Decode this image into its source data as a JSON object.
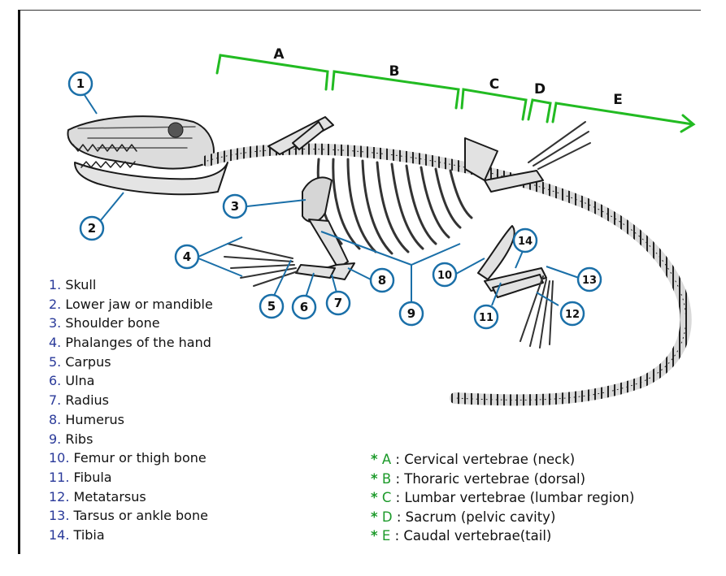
{
  "segments": [
    {
      "letter": "A"
    },
    {
      "letter": "B"
    },
    {
      "letter": "C"
    },
    {
      "letter": "D"
    },
    {
      "letter": "E"
    }
  ],
  "callouts": [
    "1",
    "2",
    "3",
    "4",
    "5",
    "6",
    "7",
    "8",
    "9",
    "10",
    "11",
    "12",
    "13",
    "14"
  ],
  "bones": [
    {
      "num": "1.",
      "name": "Skull"
    },
    {
      "num": "2.",
      "name": "Lower jaw or mandible"
    },
    {
      "num": "3.",
      "name": "Shoulder bone"
    },
    {
      "num": "4.",
      "name": "Phalanges of the hand"
    },
    {
      "num": "5.",
      "name": "Carpus"
    },
    {
      "num": "6.",
      "name": "Ulna"
    },
    {
      "num": "7.",
      "name": "Radius"
    },
    {
      "num": "8.",
      "name": "Humerus"
    },
    {
      "num": "9.",
      "name": "Ribs"
    },
    {
      "num": "10.",
      "name": "Femur or thigh bone"
    },
    {
      "num": "11.",
      "name": "Fibula"
    },
    {
      "num": "12.",
      "name": "Metatarsus"
    },
    {
      "num": "13.",
      "name": "Tarsus or ankle bone"
    },
    {
      "num": "14.",
      "name": "Tibia"
    }
  ],
  "vertebrae": [
    {
      "mark": "*",
      "letter": "A",
      "text": " : Cervical vertebrae (neck)"
    },
    {
      "mark": "*",
      "letter": "B",
      "text": " : Thoraric vertebrae (dorsal)"
    },
    {
      "mark": "*",
      "letter": "C",
      "text": " : Lumbar vertebrae (lumbar region)"
    },
    {
      "mark": "*",
      "letter": "D",
      "text": " : Sacrum (pelvic cavity)"
    },
    {
      "mark": "*",
      "letter": "E",
      "text": " : Caudal vertebrae(tail)"
    }
  ],
  "colors": {
    "green": "#22bb22",
    "blue": "#1a6fa8",
    "bone": "#e8e8e8",
    "ink": "#111111"
  }
}
